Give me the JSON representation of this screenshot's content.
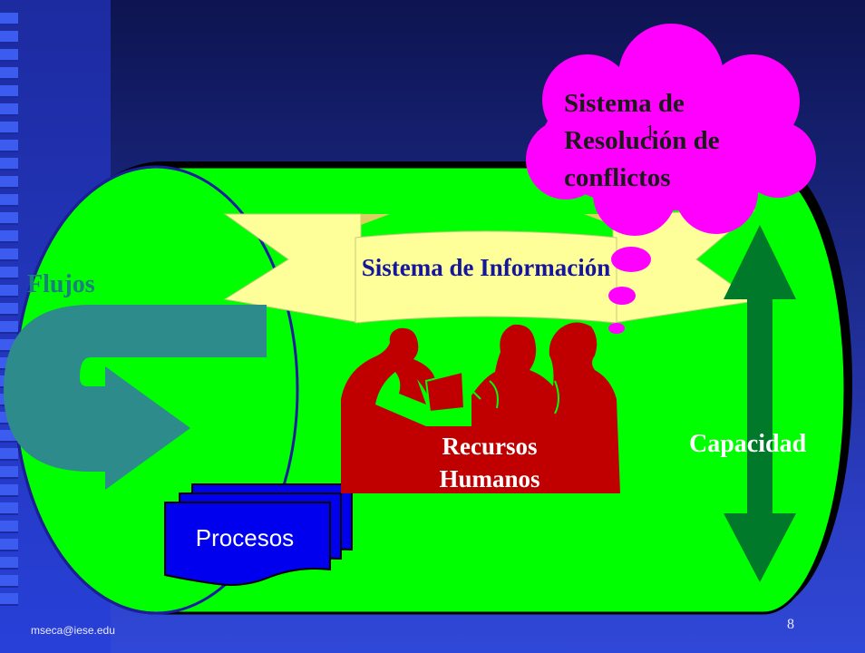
{
  "diagram": {
    "cloud_label": "Sistema de Resolución de conflictos",
    "cloud_stray_char": "1",
    "information_label": "Sistema de Información",
    "flows_label": "Flujos",
    "human_resources_label": "Recursos Humanos",
    "capacity_label": "Capacidad",
    "processes_label": "Procesos"
  },
  "icons": {
    "people": "people-silhouette-icon",
    "flow_arrow": "curved-arrow-icon",
    "capacity_arrow": "double-arrow-icon",
    "processes": "stacked-documents-icon"
  },
  "colors": {
    "background": "#1d2b8c",
    "cylinder": "#00ff00",
    "cloud": "#ff00ff",
    "banner": "#ffff99",
    "people": "#c00000",
    "flow_arrow": "#2e8b8b",
    "capacity_arrow": "#007a2a",
    "documents": "#0000ee"
  },
  "footer": {
    "email": "mseca@iese.edu",
    "page_number": "8"
  }
}
